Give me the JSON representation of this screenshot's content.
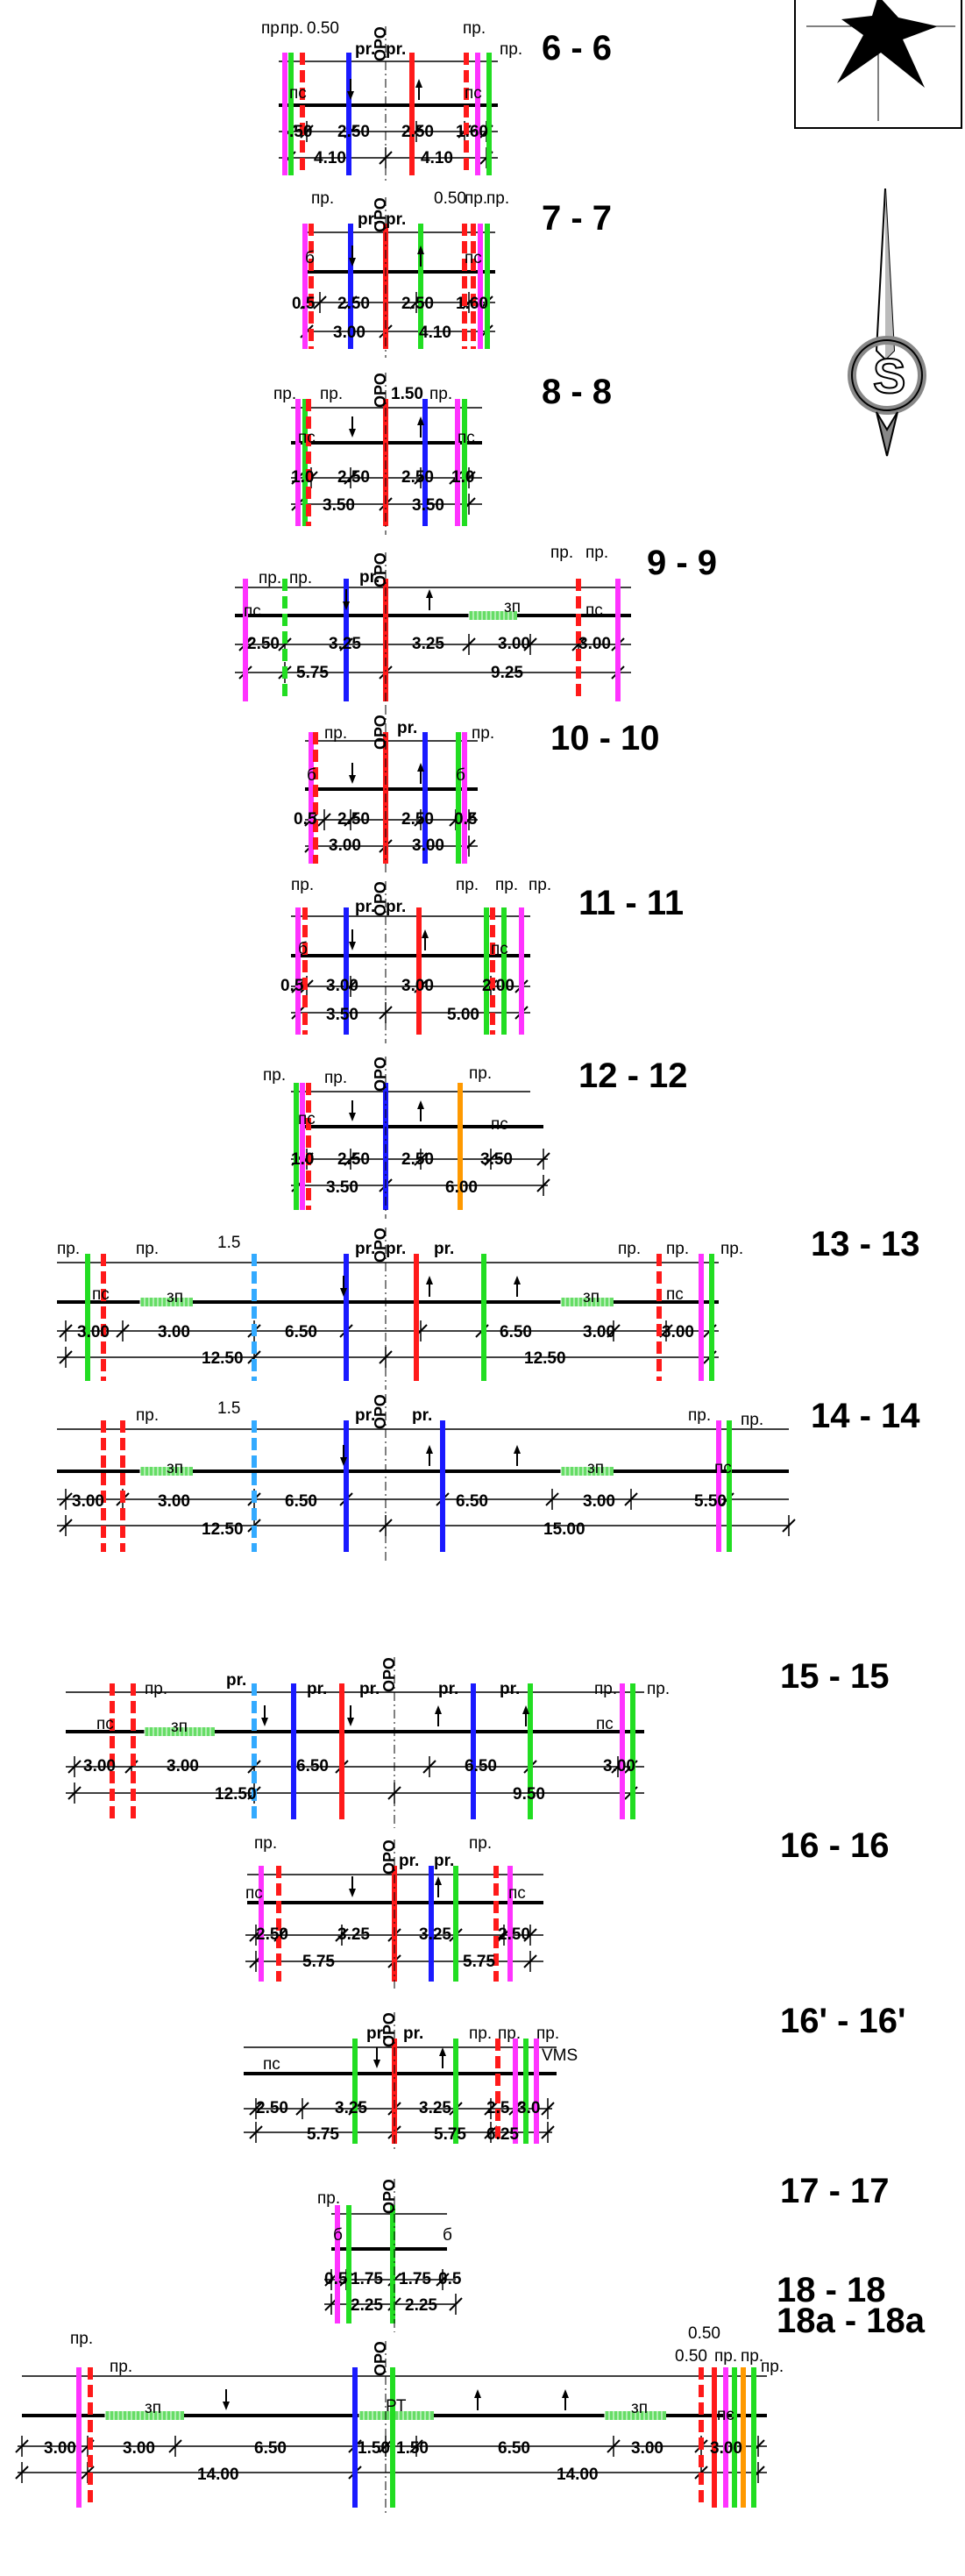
{
  "colors": {
    "red": "#ff1a1a",
    "blue": "#1a1aff",
    "green": "#22dd22",
    "magenta": "#ff33ff",
    "orange": "#ff9900",
    "lightblue": "#33aaff",
    "hatch": "#66dd66",
    "black": "#000000"
  },
  "icons": [
    "wind-rose-icon",
    "north-arrow-icon"
  ],
  "sections": [
    {
      "title": "6 - 6",
      "labels": [
        "пр.",
        "пр.",
        "0.50",
        "pr.",
        "pr.",
        "пр.",
        "пр.",
        "пс",
        "пс",
        "ОРО"
      ],
      "dims": [
        ".50",
        "2.50",
        "2.50",
        "1.60",
        "4.10",
        "4.10"
      ]
    },
    {
      "title": "7 - 7",
      "labels": [
        "пр.",
        "pr.",
        "pr.",
        "0.50",
        "пр.",
        "пр.",
        "б",
        "пс",
        "ОРО"
      ],
      "dims": [
        "0.5",
        "2.50",
        "2.50",
        "1.60",
        "3.00",
        "4.10"
      ]
    },
    {
      "title": "8 - 8",
      "labels": [
        "пр.",
        "пр.",
        "1.50",
        "пр.",
        "пс",
        "пс",
        "ОРО"
      ],
      "dims": [
        "1.0",
        "2.50",
        "2.50",
        "1.0",
        "3.50",
        "3.50"
      ]
    },
    {
      "title": "9 - 9",
      "labels": [
        "пр.",
        "пр.",
        "pr.",
        "пр.",
        "пр.",
        "пс",
        "зп",
        "пс",
        "ОРО"
      ],
      "dims": [
        "2.50",
        "3.25",
        "3.25",
        "3.00",
        "3.00",
        "5.75",
        "9.25"
      ]
    },
    {
      "title": "10 - 10",
      "labels": [
        "пр.",
        "pr.",
        "пр.",
        "б",
        "б",
        "ОРО"
      ],
      "dims": [
        "0.5",
        "2.50",
        "2.50",
        "0.5",
        "3.00",
        "3.00"
      ]
    },
    {
      "title": "11 - 11",
      "labels": [
        "пр.",
        "pr.",
        "pr.",
        "пр.",
        "пр.",
        "пр.",
        "б",
        "пс",
        "ОРО"
      ],
      "dims": [
        "0.5",
        "3.00",
        "3.00",
        "2.00",
        "3.50",
        "5.00"
      ]
    },
    {
      "title": "12 - 12",
      "labels": [
        "пр.",
        "пр.",
        "пр.",
        "пс",
        "пс",
        "ОРО"
      ],
      "dims": [
        "1.0",
        "2.50",
        "2.50",
        "3.50",
        "3.50",
        "6.00"
      ]
    },
    {
      "title": "13 - 13",
      "labels": [
        "пр.",
        "пр.",
        "1.5",
        "pr.",
        "pr.",
        "pr.",
        "пр.",
        "пр.",
        "пр.",
        "пс",
        "зп",
        "зп",
        "пс",
        "ОРО"
      ],
      "dims": [
        "3.00",
        "3.00",
        "6.50",
        "6.50",
        "3.00",
        "3.00",
        "12.50",
        "12.50"
      ]
    },
    {
      "title": "14 - 14",
      "labels": [
        "пр.",
        "1.5",
        "pr.",
        "pr.",
        "пр.",
        "пр.",
        "зп",
        "зп",
        "пс",
        "ОРО"
      ],
      "dims": [
        "3.00",
        "3.00",
        "6.50",
        "6.50",
        "3.00",
        "5.50",
        "12.50",
        "15.00"
      ]
    },
    {
      "title": "15 - 15",
      "labels": [
        "пр.",
        "pr.",
        "pr.",
        "pr.",
        "pr.",
        "pr.",
        "пр.",
        "пр.",
        "пс",
        "зп",
        "пс",
        "ОРО"
      ],
      "dims": [
        "3.00",
        "3.00",
        "6.50",
        "6.50",
        "3.00",
        "12.50",
        "9.50"
      ]
    },
    {
      "title": "16 - 16",
      "labels": [
        "пр.",
        "pr.",
        "pr.",
        "пр.",
        "пс",
        "пс",
        "ОРО"
      ],
      "dims": [
        "2.50",
        "3.25",
        "3.25",
        "2.50",
        "5.75",
        "5.75"
      ]
    },
    {
      "title": "16' - 16'",
      "labels": [
        "pr.",
        "pr.",
        "пр.",
        "пр.",
        "пр.",
        "пс",
        "VMS",
        "ОРО"
      ],
      "dims": [
        "2.50",
        "3.25",
        "3.25",
        "2.5",
        "3.0",
        "5.75",
        "5.75",
        "6.25"
      ]
    },
    {
      "title": "17 - 17",
      "labels": [
        "пр.",
        "б",
        "б",
        "ОРО"
      ],
      "dims": [
        "0.5",
        "1.75",
        "1.75",
        "0.5",
        "2.25",
        "2.25"
      ]
    },
    {
      "title": "18 - 18",
      "labels": [],
      "dims": []
    },
    {
      "title": "18a - 18a",
      "labels": [
        "пр.",
        "пр.",
        "0.50",
        "0.50",
        "пр.",
        "пр.",
        "пр.",
        "зп",
        "РТ",
        "зп",
        "пс",
        "ОРО"
      ],
      "dims": [
        "3.00",
        "3.00",
        "6.50",
        "1.50",
        "1.50",
        "6.50",
        "3.00",
        "3.00",
        "14.00",
        "14.00"
      ]
    }
  ]
}
